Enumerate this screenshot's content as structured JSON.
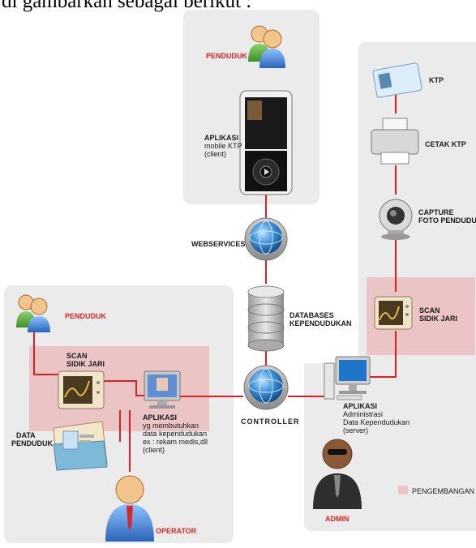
{
  "caption": "di gambarkan sebagai berikut :",
  "colors": {
    "connector": "#e02020",
    "panel": "#ebebeb",
    "highlight": "#ebc4c6",
    "label_red": "#d9252a"
  },
  "nodes": {
    "penduduk_top": "PENDUDUK",
    "app_mobile": [
      "APLIKASI",
      "mobile KTP",
      "(client)"
    ],
    "webservices": "WEBSERVICES",
    "ktp": "KTP",
    "cetak_ktp": "CETAK KTP",
    "capture": [
      "CAPTURE",
      "FOTO PENDUDUK"
    ],
    "scan_right": [
      "SCAN",
      "SIDIK JARI"
    ],
    "databases": [
      "DATABASES",
      "KEPENDUDUKAN"
    ],
    "controller": "CONTROLLER",
    "penduduk_left": "PENDUDUK",
    "scan_left": [
      "SCAN",
      "SIDIK JARI"
    ],
    "data_penduduk": [
      "DATA",
      "PENDUDUK"
    ],
    "app_client": [
      "APLIKASI",
      "yg membutuhkan",
      "data kependudukan",
      "ex : rekam medis,dll",
      "(client)"
    ],
    "operator": "OPERATOR",
    "app_server": [
      "APLIKASI",
      "Administrasi",
      "Data Kependudukan",
      "(server)"
    ],
    "admin": "ADMIN"
  },
  "legend": {
    "label": "PENGEMBANGAN"
  }
}
